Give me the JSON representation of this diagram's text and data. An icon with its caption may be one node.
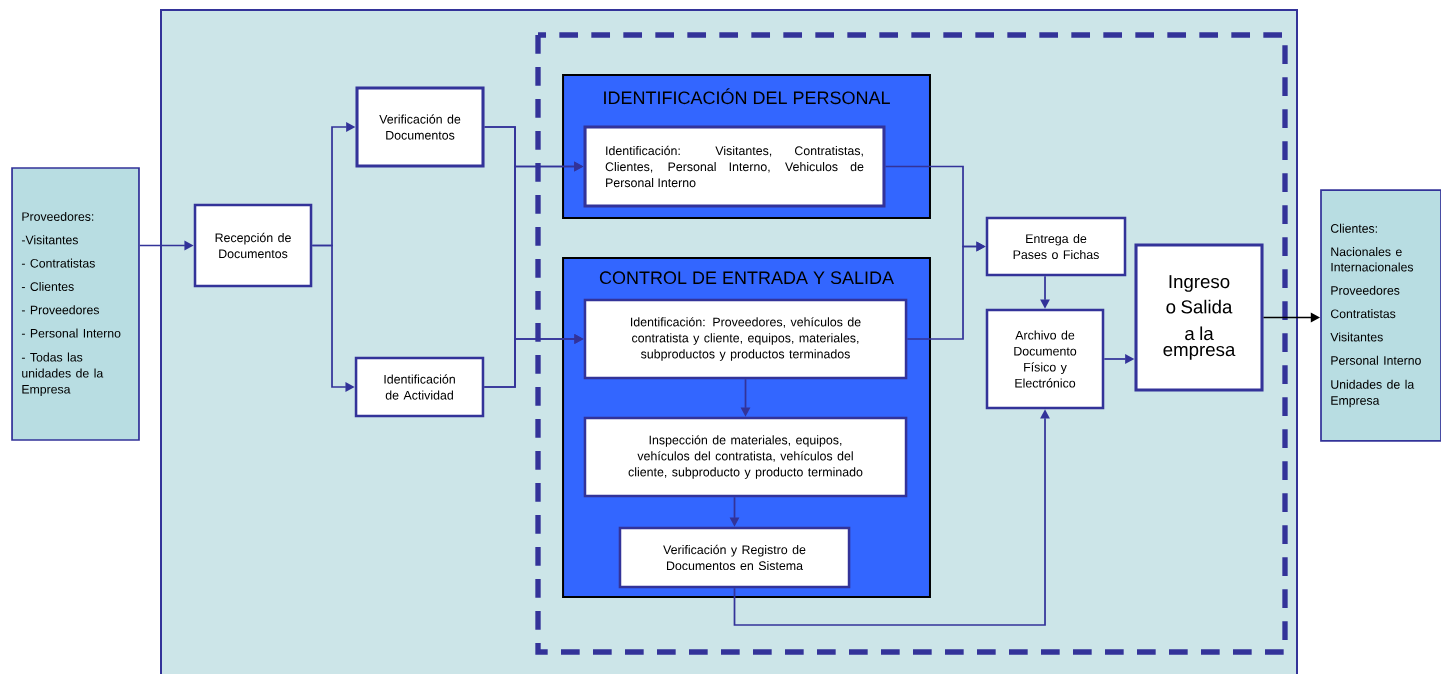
{
  "diagram": {
    "nodes": [
      {
        "text": [
          "Proveedores:",
          "-Visitantes",
          "- Contratistas",
          "- Clientes",
          "- Proveedores",
          "- Personal Interno",
          "- Todas las unidades de la Empresa"
        ]
      },
      {
        "text": [
          "Recepción de Documentos"
        ]
      },
      {
        "text": [
          "Verificación de Documentos"
        ]
      },
      {
        "text": [
          "Identificación de Actividad"
        ]
      },
      {
        "text": [
          "IDENTIFICACIÓN DEL PERSONAL"
        ]
      },
      {
        "text": [
          "Identificación: Visitantes, Contratistas, Clientes, Personal Interno, Vehiculos de Personal Interno"
        ],
        "in": 4
      },
      {
        "text": [
          "CONTROL DE ENTRADA Y SALIDA"
        ]
      },
      {
        "text": [
          "Identificación: Proveedores, vehículos de contratista y cliente, equipos, materiales, subproductos y productos terminados"
        ],
        "in": 6
      },
      {
        "text": [
          "Inspección de materiales, equipos, vehículos del contratista, vehículos del cliente, subproducto y producto terminado"
        ],
        "in": 6
      },
      {
        "text": [
          "Verificación y Registro de Documentos en Sistema"
        ],
        "in": 6
      },
      {
        "text": [
          "Entrega de Pases o Fichas"
        ]
      },
      {
        "text": [
          "Archivo de Documento Físico y Electrónico"
        ]
      },
      {
        "text": [
          "Ingreso o Salida",
          "a la empresa"
        ]
      },
      {
        "text": [
          "Clientes:",
          "Nacionales e Internacionales",
          "Proveedores",
          "Contratistas",
          "Visitantes",
          "Personal Interno",
          "Unidades de la Empresa"
        ]
      }
    ],
    "edges": [
      {
        "from": 0,
        "to": 1,
        "arrow": "to"
      },
      {
        "from": 1,
        "to": 2,
        "arrow": "to"
      },
      {
        "from": 1,
        "to": 3,
        "arrow": "to"
      },
      {
        "from": 2,
        "to": 5,
        "arrow": "to"
      },
      {
        "from": 2,
        "to": 7,
        "arrow": "to"
      },
      {
        "from": 3,
        "to": 5,
        "arrow": "to"
      },
      {
        "from": 3,
        "to": 7,
        "arrow": "to"
      },
      {
        "from": 7,
        "to": 8,
        "arrow": "to"
      },
      {
        "from": 8,
        "to": 9,
        "arrow": "to"
      },
      {
        "from": 5,
        "to": 10,
        "arrow": "to"
      },
      {
        "from": 7,
        "to": 10,
        "arrow": "to"
      },
      {
        "from": 10,
        "to": 11,
        "arrow": "to"
      },
      {
        "from": 9,
        "to": 11,
        "arrow": "to"
      },
      {
        "from": 11,
        "to": 12,
        "arrow": "to"
      },
      {
        "from": 12,
        "to": 13,
        "arrow": "to",
        "color": "#000000"
      }
    ]
  }
}
